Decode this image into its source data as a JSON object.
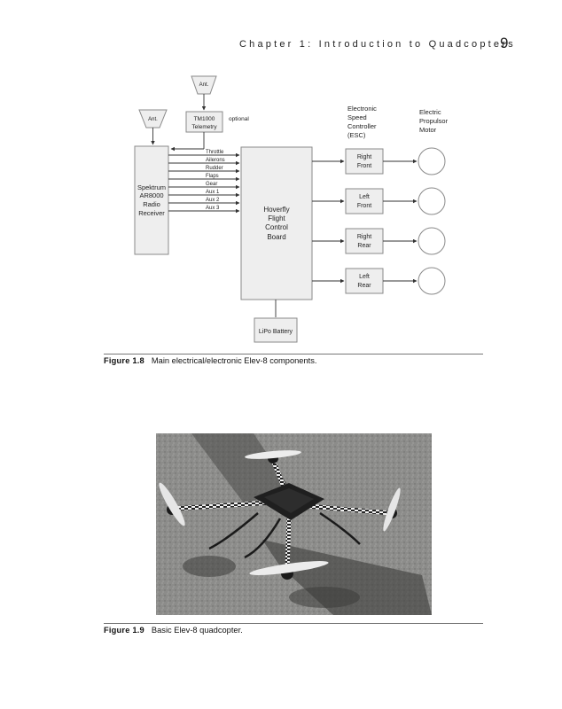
{
  "running_head": {
    "chapter": "Chapter 1: Introduction to Quadcopters",
    "page_number": "9"
  },
  "figure_1_8": {
    "label": "Figure 1.8",
    "caption": "Main electrical/electronic Elev-8 components.",
    "antenna_1": "Ant.",
    "antenna_2": "Ant.",
    "telemetry": [
      "TM1000",
      "Telemetry"
    ],
    "optional": "optional",
    "receiver": [
      "Spektrum",
      "AR8000",
      "Radio",
      "Receiver"
    ],
    "channels": [
      "Throttle",
      "Ailerons",
      "Rudder",
      "Flaps",
      "Gear",
      "Aux 1",
      "Aux 2",
      "Aux 3"
    ],
    "flight_board": [
      "Hoverfly",
      "Flight",
      "Control",
      "Board"
    ],
    "battery": "LiPo Battery",
    "esc_header": [
      "Electronic",
      "Speed",
      "Controller",
      "(ESC)"
    ],
    "motor_header": [
      "Electric",
      "Propulsor",
      "Motor"
    ],
    "escs": [
      [
        "Right",
        "Front"
      ],
      [
        "Left",
        "Front"
      ],
      [
        "Right",
        "Rear"
      ],
      [
        "Left",
        "Rear"
      ]
    ]
  },
  "figure_1_9": {
    "label": "Figure 1.9",
    "caption": "Basic Elev-8 quadcopter."
  }
}
